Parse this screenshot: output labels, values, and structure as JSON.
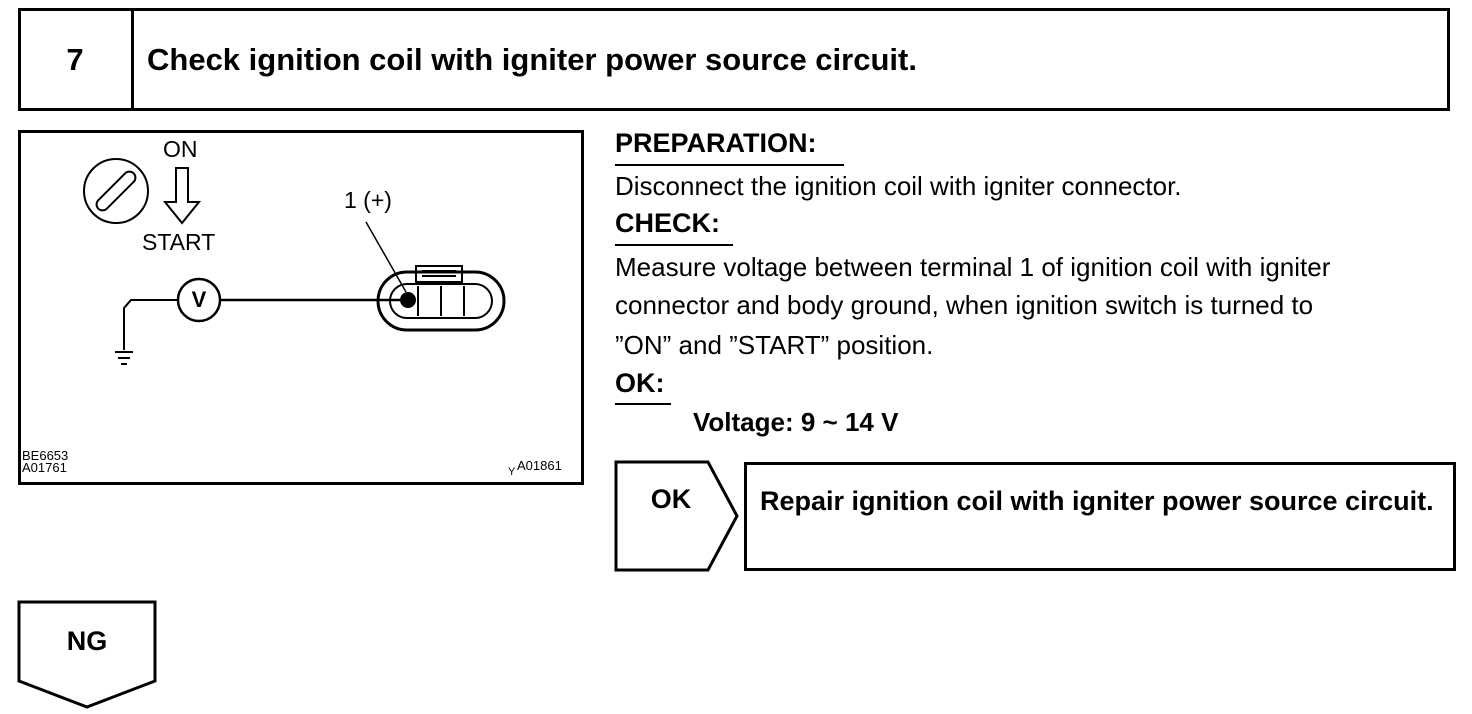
{
  "header": {
    "step_number": "7",
    "title": "Check ignition coil with igniter power source circuit."
  },
  "diagram": {
    "switch_on_label": "ON",
    "switch_start_label": "START",
    "terminal_label": "1 (+)",
    "meter_label": "V",
    "figure_code_1": "BE6653",
    "figure_code_2": "A01761",
    "figure_code_3_prefix": "Y",
    "figure_code_3": "A01861"
  },
  "procedure": {
    "preparation_heading": "PREPARATION:",
    "preparation_text": "Disconnect the ignition coil with igniter connector.",
    "check_heading": "CHECK:",
    "check_line_1": "Measure voltage between terminal 1 of ignition coil with igniter",
    "check_line_2": "connector and body ground, when ignition switch is turned to",
    "check_line_3": "”ON” and ”START” position.",
    "ok_heading": "OK:",
    "ok_value": "Voltage: 9 ~ 14 V"
  },
  "results": {
    "ok_label": "OK",
    "ok_action": "Repair ignition coil with igniter power source circuit.",
    "ng_label": "NG"
  }
}
